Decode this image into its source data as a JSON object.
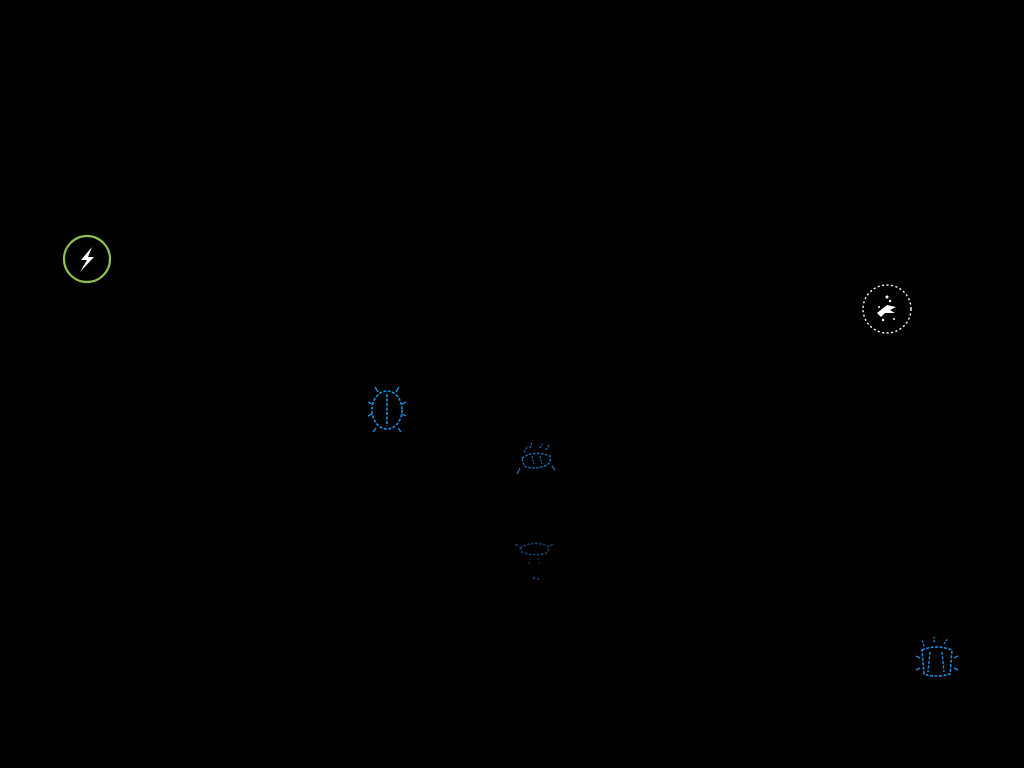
{
  "scene": {
    "background_color": "#000000",
    "sprites": [
      {
        "name": "power-orb",
        "icon": "lightning-bolt-icon",
        "ring_color": "#8fbf4f",
        "symbol_color": "#ffffff"
      },
      {
        "name": "white-spiked-ring",
        "icon": "dotted-ring-icon",
        "color": "#ffffff"
      },
      {
        "name": "blue-beetle-large",
        "icon": "beetle-icon",
        "color": "#1e8fd8"
      },
      {
        "name": "blue-beetle-small",
        "icon": "beetle-icon",
        "color": "#1a6fae"
      },
      {
        "name": "blue-beetle-faint",
        "icon": "beetle-icon",
        "color": "#12466e"
      },
      {
        "name": "blue-beetle-edge",
        "icon": "beetle-icon",
        "color": "#1e8fd8"
      }
    ]
  }
}
